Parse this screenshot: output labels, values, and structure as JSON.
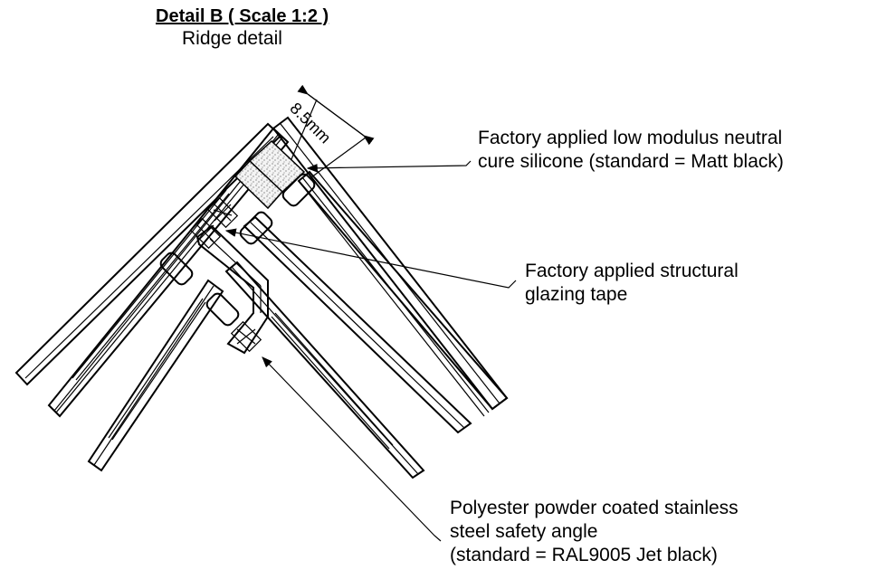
{
  "title": "Detail B ( Scale 1:2 )",
  "subtitle": "Ridge detail",
  "dimension": "8.5mm",
  "callouts": {
    "silicone": [
      "Factory applied low modulus neutral",
      "cure silicone (standard = Matt black)"
    ],
    "tape": [
      "Factory applied structural",
      "glazing tape"
    ],
    "angle": [
      "Polyester powder coated stainless",
      "steel safety angle",
      "(standard = RAL9005 Jet black)"
    ]
  }
}
